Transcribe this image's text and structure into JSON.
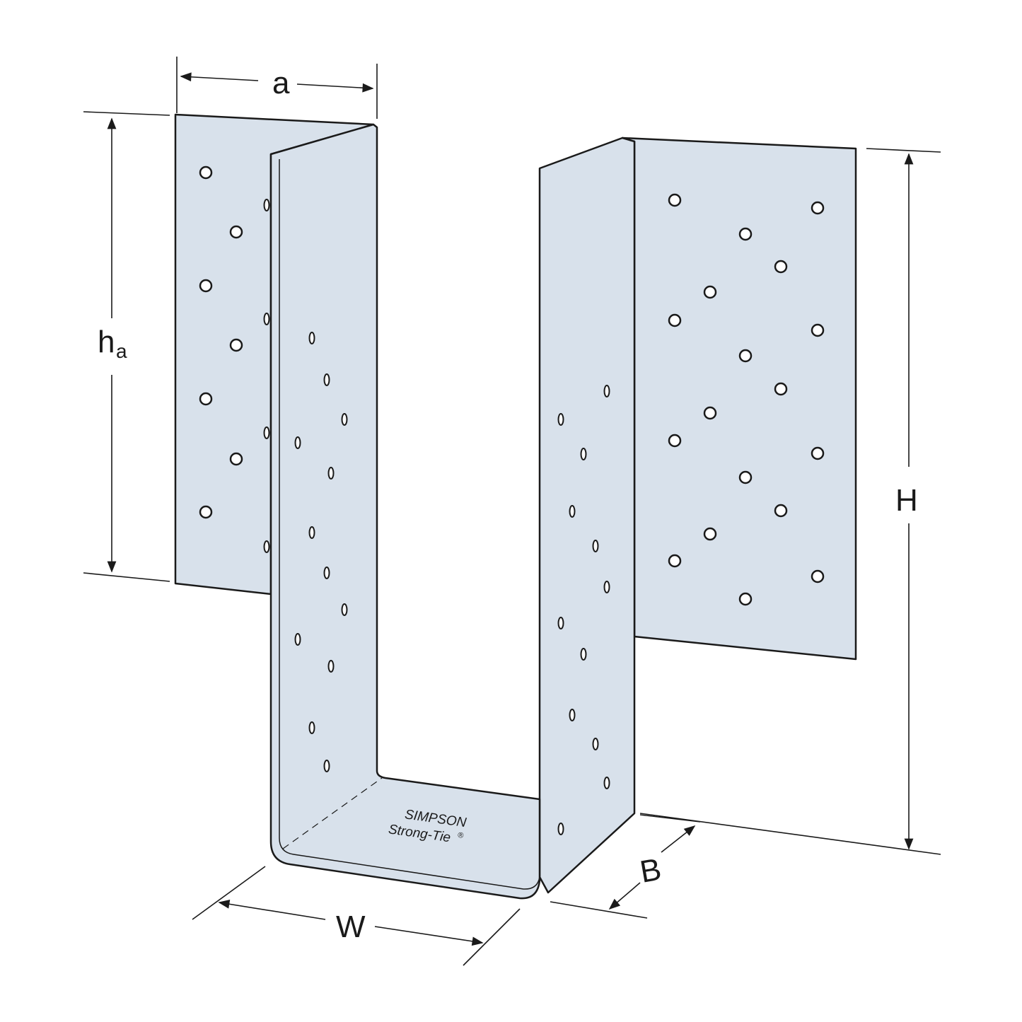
{
  "dimensions": {
    "a": "a",
    "ha_main": "h",
    "ha_sub": "a",
    "H": "H",
    "W": "W",
    "B": "B"
  },
  "logo": {
    "line1": "SIMPSON",
    "line2": "Strong-Tie",
    "mark": "®"
  },
  "colors": {
    "plate": "#d8e1eb",
    "line": "#1a1a1a"
  }
}
